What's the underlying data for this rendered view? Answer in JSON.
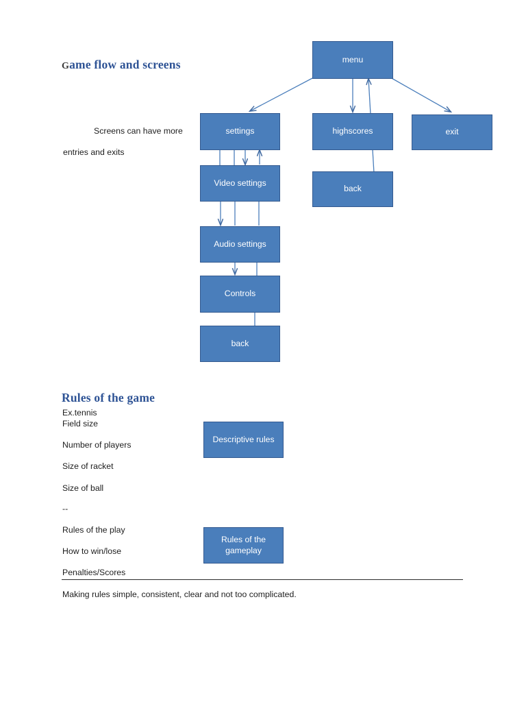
{
  "document": {
    "headings": {
      "flow": {
        "lead": "G",
        "rest": "ame flow and screens"
      },
      "rules": "Rules of the game"
    },
    "notes": {
      "screens_line1": "Screens can have more",
      "screens_line2": "entries and exits"
    },
    "rules_list": [
      "Ex.tennis",
      "Field size",
      "Number of players",
      "Size of racket",
      "Size of ball",
      "--",
      "Rules of the play",
      "How to win/lose",
      "Penalties/Scores"
    ],
    "footer": "Making rules simple, consistent, clear and not too complicated."
  },
  "flow_diagram": {
    "nodes": [
      {
        "id": "menu",
        "label": "menu"
      },
      {
        "id": "settings",
        "label": "settings"
      },
      {
        "id": "highscores",
        "label": "highscores"
      },
      {
        "id": "exit",
        "label": "exit"
      },
      {
        "id": "video-settings",
        "label": "Video settings"
      },
      {
        "id": "highscores-back",
        "label": "back"
      },
      {
        "id": "audio-settings",
        "label": "Audio settings"
      },
      {
        "id": "controls",
        "label": "Controls"
      },
      {
        "id": "settings-back",
        "label": "back"
      }
    ],
    "edges": [
      {
        "from": "menu",
        "to": "settings",
        "style": "diagonal-arrow"
      },
      {
        "from": "menu",
        "to": "highscores",
        "style": "straight-arrow"
      },
      {
        "from": "menu",
        "to": "exit",
        "style": "diagonal-arrow"
      },
      {
        "from": "highscores-back",
        "to": "menu",
        "style": "return-arrow"
      },
      {
        "from": "settings",
        "to": "video-settings",
        "style": "straight-arrow"
      },
      {
        "from": "video-settings",
        "to": "settings",
        "style": "return-arrow"
      },
      {
        "from": "video-settings",
        "to": "audio-settings",
        "style": "straight-arrow"
      },
      {
        "from": "audio-settings",
        "to": "controls",
        "style": "straight-arrow"
      },
      {
        "from": "controls",
        "to": "settings-back",
        "style": "line"
      }
    ]
  },
  "rules_diagram": {
    "nodes": [
      {
        "id": "descriptive-rules",
        "label": "Descriptive rules"
      },
      {
        "id": "gameplay-rules",
        "line1": "Rules of the",
        "line2": "gameplay"
      }
    ]
  },
  "colors": {
    "node_fill": "#4a7ebb",
    "node_border": "#33598f",
    "node_text": "#ffffff",
    "heading": "#2e5395",
    "connector": "#4a7ebb",
    "body_text": "#1d1d1d",
    "page_background": "#ffffff"
  }
}
